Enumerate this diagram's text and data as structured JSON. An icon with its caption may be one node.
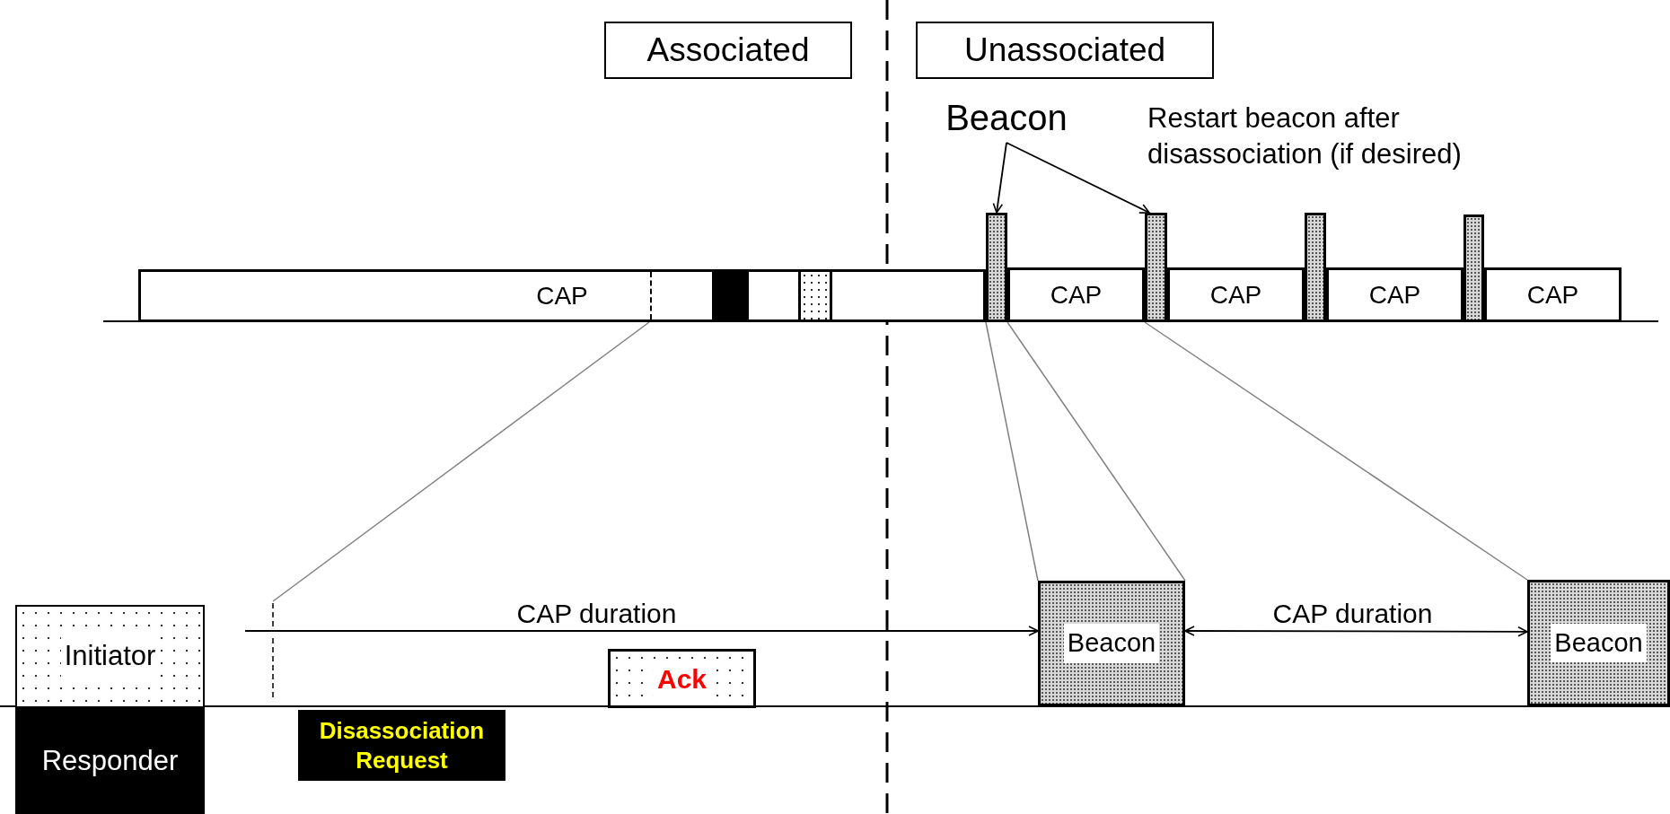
{
  "diagram": {
    "nodes": [
      {
        "text": [
          "Associated"
        ]
      },
      {
        "text": [
          "Unassociated"
        ]
      },
      {
        "text": [
          "Beacon"
        ]
      },
      {
        "text": [
          "CAP"
        ]
      },
      {
        "text": [],
        "shape": "box",
        "in": 3
      },
      {
        "text": [],
        "shape": "box",
        "in": 3
      },
      {
        "text": [],
        "shape": "bar"
      },
      {
        "text": [
          "CAP"
        ]
      },
      {
        "text": [],
        "shape": "bar"
      },
      {
        "text": [
          "CAP"
        ]
      },
      {
        "text": [],
        "shape": "bar"
      },
      {
        "text": [
          "CAP"
        ]
      },
      {
        "text": [],
        "shape": "bar"
      },
      {
        "text": [
          "CAP"
        ]
      },
      {
        "text": [
          "Initiator"
        ]
      },
      {
        "text": [
          "Responder"
        ]
      },
      {
        "text": [
          "Disassociation Request"
        ]
      },
      {
        "text": [
          "Ack"
        ]
      },
      {
        "text": [
          "Beacon"
        ]
      },
      {
        "text": [
          "Beacon"
        ]
      }
    ],
    "edges": [
      {
        "from": 2,
        "to": 6,
        "arrow": "to"
      },
      {
        "from": 2,
        "to": 8,
        "arrow": "to"
      },
      {
        "from": 3,
        "to": null,
        "arrow": "none",
        "color": "#808080"
      },
      {
        "from": 6,
        "to": 18,
        "arrow": "none",
        "color": "#808080"
      },
      {
        "from": 6,
        "to": 18,
        "arrow": "none",
        "color": "#808080"
      },
      {
        "from": 8,
        "to": 19,
        "arrow": "none",
        "color": "#808080"
      },
      {
        "from": null,
        "to": 18,
        "arrow": "to",
        "label": "CAP duration"
      },
      {
        "from": 18,
        "to": 19,
        "arrow": "both",
        "label": "CAP duration"
      }
    ],
    "labels": [
      "Restart beacon after disassociation (if desired)"
    ]
  }
}
